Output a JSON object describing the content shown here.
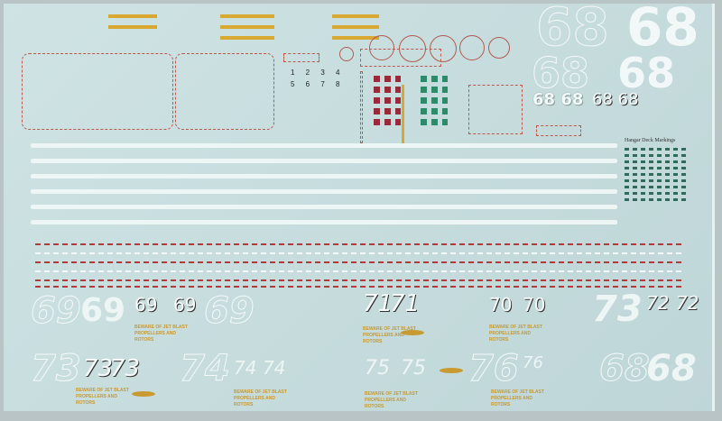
{
  "sheet": {
    "digits_row1": "1 2 3 4",
    "digits_row2": "5 6 7 8",
    "hangar_title": "Hangar Deck Markings",
    "top_numbers": [
      "68",
      "68 68",
      "68 68"
    ],
    "side_numbers": [
      "69",
      "69",
      "69",
      "69",
      "69",
      "71",
      "71",
      "70",
      "70",
      "73",
      "72",
      "72"
    ],
    "bottom_numbers": [
      "73",
      "73",
      "73",
      "74",
      "74",
      "74",
      "75",
      "75",
      "76",
      "76",
      "68",
      "68"
    ],
    "warning_text": "BEWARE OF JET BLAST PROPELLERS AND ROTORS",
    "colors": {
      "sheet": "#c6dcdd",
      "gold": "#d8a830",
      "red": "#b23a3a",
      "green": "#2f8a6a"
    }
  }
}
